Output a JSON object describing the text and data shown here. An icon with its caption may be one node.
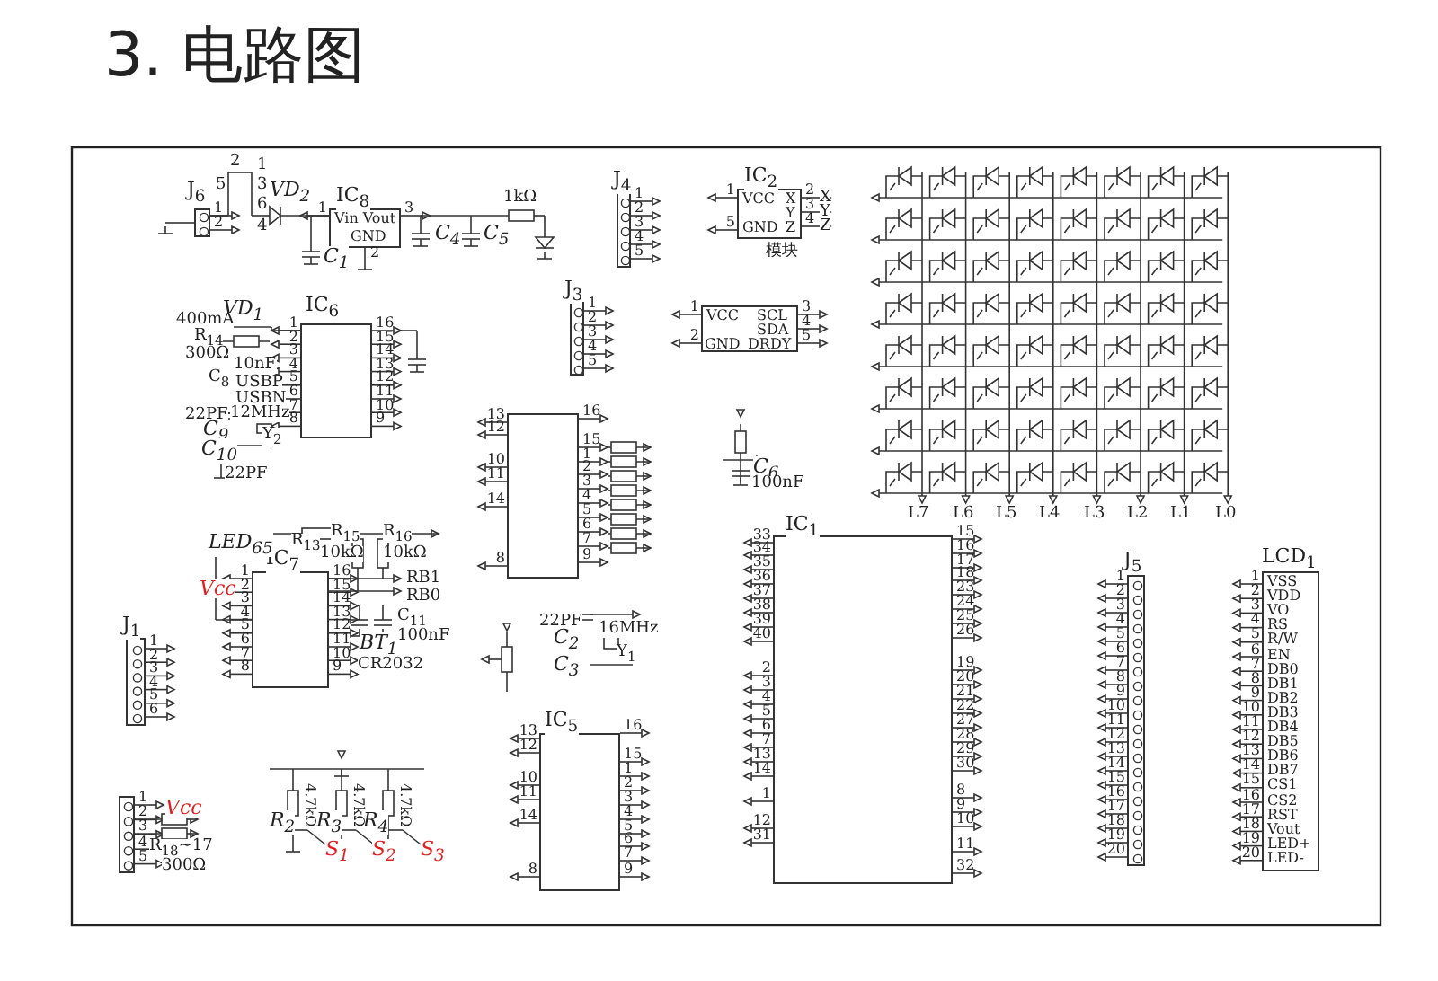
{
  "diagram": {
    "title": "3. 电路图",
    "nodes": [
      {
        "text": [
          "IC$_{1}$"
        ],
        "beside": [
          "33",
          "34",
          "35",
          "36",
          "37",
          "38",
          "39",
          "40",
          "2",
          "3",
          "4",
          "5",
          "6",
          "7",
          "13",
          "14",
          "1",
          "12",
          "31",
          "15",
          "16",
          "17",
          "18",
          "23",
          "24",
          "25",
          "26",
          "19",
          "20",
          "21",
          "22",
          "27",
          "28",
          "29",
          "30",
          "8",
          "9",
          "10",
          "11",
          "32"
        ]
      },
      {
        "text": [
          "IC$_{5}$"
        ],
        "beside": [
          "13",
          "12",
          "10",
          "11",
          "14",
          "8",
          "16",
          "15",
          "1",
          "2",
          "3",
          "4",
          "5",
          "6",
          "7",
          "9"
        ]
      },
      {
        "text": [],
        "shape": "box",
        "beside": [
          "13",
          "12",
          "10",
          "11",
          "14",
          "8",
          "16",
          "15",
          "1",
          "2",
          "3",
          "4",
          "5",
          "6",
          "7",
          "9"
        ]
      },
      {
        "text": [
          "IC$_{6}$"
        ],
        "beside": [
          "1",
          "2",
          "3",
          "4",
          "5",
          "6",
          "7",
          "8",
          "16",
          "15",
          "14",
          "13",
          "12",
          "11",
          "10",
          "9"
        ]
      },
      {
        "text": [
          "IC$_{7}$"
        ],
        "beside": [
          "1",
          "2",
          "3",
          "4",
          "5",
          "6",
          "7",
          "8",
          "16",
          "15",
          "14",
          "13",
          "12",
          "11",
          "10",
          "9"
        ]
      },
      {
        "text": [
          "IC$_{8}$",
          "Vin Vout",
          "GND"
        ],
        "beside": [
          "1",
          "3",
          "2"
        ]
      },
      {
        "text": [
          "IC$_{2}$",
          "VCC",
          "X",
          "Y",
          "Z",
          "GND"
        ],
        "beside": [
          "1",
          "2",
          "3",
          "4",
          "5"
        ]
      },
      {
        "text": [
          "VCC",
          "SCL",
          "SDA",
          "GND",
          "DRDY"
        ],
        "beside": [
          "1",
          "2",
          "3",
          "4",
          "5"
        ]
      },
      {
        "text": [
          "LCD$_{1}$",
          "VSS",
          "VDD",
          "VO",
          "RS",
          "R/W",
          "EN",
          "DB0",
          "DB1",
          "DB2",
          "DB3",
          "DB4",
          "DB5",
          "DB6",
          "DB7",
          "CS1",
          "CS2",
          "RST",
          "Vout",
          "LED+",
          "LED-"
        ],
        "beside": [
          "1",
          "2",
          "3",
          "4",
          "5",
          "6",
          "7",
          "8",
          "9",
          "10",
          "11",
          "12",
          "13",
          "14",
          "15",
          "16",
          "17",
          "18",
          "19",
          "20"
        ]
      },
      {
        "text": [
          "J$_{1}$"
        ],
        "beside": [
          "1",
          "2",
          "3",
          "4",
          "5",
          "6"
        ]
      },
      {
        "text": [
          "J$_{3}$"
        ],
        "beside": [
          "1",
          "2",
          "3",
          "4",
          "5"
        ]
      },
      {
        "text": [
          "J$_{4}$"
        ],
        "beside": [
          "1",
          "2",
          "3",
          "4",
          "5"
        ]
      },
      {
        "text": [
          "J$_{5}$"
        ],
        "beside": [
          "1",
          "2",
          "3",
          "4",
          "5",
          "6",
          "7",
          "8",
          "9",
          "10",
          "11",
          "12",
          "13",
          "14",
          "15",
          "16",
          "17",
          "18",
          "19",
          "20"
        ]
      },
      {
        "text": [
          "J$_{6}$"
        ],
        "beside": [
          "1",
          "2"
        ]
      },
      {
        "text": [],
        "shape": "box",
        "beside": [
          "1",
          "2",
          "3",
          "4",
          "5"
        ]
      }
    ],
    "labels": [
      "2",
      "1",
      "5",
      "3",
      "6",
      "4",
      "VD$_{2}$",
      "C$_{1}$",
      "C$_{4}$",
      "C$_{5}$",
      "1kΩ",
      "VD$_{1}$",
      "400mA",
      "R$_{14}$",
      "300Ω",
      "10nF",
      "C$_{8}$",
      "USBP",
      "USBN",
      "22PF",
      "12MHz",
      "C$_{9}$",
      "Y$_{2}$",
      "C$_{10}$",
      "22PF",
      "LED$_{65}$",
      "R$_{13}$",
      "R$_{15}$",
      "10kΩ",
      "R$_{16}$",
      "10kΩ",
      "Vcc",
      "RB1",
      "RB0",
      "BT$_{1}$",
      "CR2032",
      "C$_{11}$",
      "100nF",
      "22PF",
      "C$_{2}$",
      "16MHz",
      "C$_{3}$",
      "Y$_{1}$",
      "C$_{6}$",
      "100nF",
      "X",
      "Y",
      "Z",
      "模块",
      "Vcc",
      "R$_{18}$~17",
      "300Ω",
      "R$_{2}$",
      "R$_{3}$",
      "R$_{4}$",
      "4.7kΩ",
      "4.7kΩ",
      "4.7kΩ",
      "S$_{1}$",
      "S$_{2}$",
      "S$_{3}$",
      "L7",
      "L6",
      "L5",
      "L4",
      "L3",
      "L2",
      "L1",
      "L0"
    ]
  }
}
